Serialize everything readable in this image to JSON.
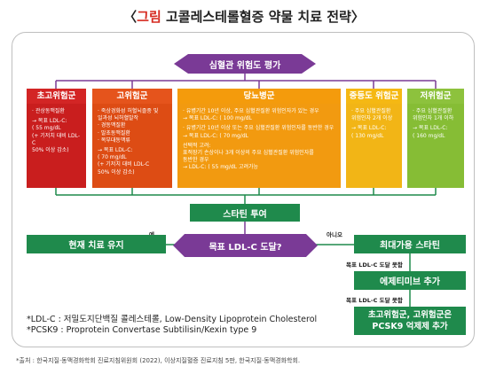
{
  "title": {
    "bracket_open": "〈",
    "accent": "그림",
    "text": " 고콜레스테롤혈증 약물 치료 전략",
    "bracket_close": "〉"
  },
  "assess": {
    "label": "심혈관 위험도 평가"
  },
  "columns": [
    {
      "header": "초고위험군",
      "body": [
        "· 관상동맥질환",
        "→ 목표 LDL-C:\n( 55 mg/dL\n(+ 기저치 대비 LDL-C\n50% 이상 감소)"
      ]
    },
    {
      "header": "고위험군",
      "body": [
        "· 죽상경화성 허혈뇌졸중 및\n일과성 뇌허혈발작\n· 경동맥질환\n· 말초동맥질환\n· 복부대동맥류",
        "→ 목표 LDL-C:\n( 70 mg/dL\n(+ 기저치 대비 LDL-C\n50% 이상 감소)"
      ]
    },
    {
      "header": "당뇨병군",
      "body": [
        "· 유병기간 10년 이상, 주요 심혈관질환 위험인자가 있는 경우\n→ 목표 LDL-C: ( 100 mg/dL",
        "· 유병기간 10년 이상 또는 주요 심혈관질환 위험인자를 동반한 경우\n→ 목표 LDL-C: ( 70 mg/dL",
        "선택적 고려:\n표적장기 손상이나 3개 이상의 주요 심혈관질환 위험인자를\n동반한 경우\n→ LDL-C: ( 55 mg/dL 고려가능"
      ]
    },
    {
      "header": "중등도 위험군",
      "body": [
        "· 주요 심혈관질환\n위험인자 2개 이상",
        "→ 목표 LDL-C:\n( 130 mg/dL"
      ]
    },
    {
      "header": "저위험군",
      "body": [
        "· 주요 심혈관질환\n위험인자 1개 이하",
        "→ 목표 LDL-C:\n( 160 mg/dL"
      ]
    }
  ],
  "statin": {
    "label": "스타틴 투여"
  },
  "goal": {
    "label": "목표 LDL-C 도달?"
  },
  "yes_label": "예",
  "no_label": "아니오",
  "current": {
    "label": "현재 치료 유지"
  },
  "max_statin": {
    "label": "최대가용 스타틴"
  },
  "not_reached_1": "목표 LDL-C 도달 못함",
  "ezetimibe": {
    "label": "에제티미브 추가"
  },
  "not_reached_2": "목표 LDL-C 도달 못함",
  "pcsk9": {
    "line1": "초고위험군, 고위험군은",
    "line2": "PCSK9 억제제 추가"
  },
  "notes": [
    "*LDL-C : 저밀도지단백질 콜레스테롤, Low-Density Lipoprotein Cholesterol",
    "*PCSK9 : Proprotein Convertase Subtilisin/Kexin type 9"
  ],
  "source": "*출처 : 한국지질·동맥경화학회 진료지침위원회 (2022), 이상지질혈증 진료지침 5판, 한국지질·동맥경화학회.",
  "colors": {
    "purple": "#7a3a96",
    "green": "#1f8a4c",
    "red": "#d32525",
    "orange_red": "#e5541c",
    "orange": "#f49b0c",
    "yellow": "#f5b813",
    "lime": "#8dc23d",
    "accent": "#d62a20"
  }
}
